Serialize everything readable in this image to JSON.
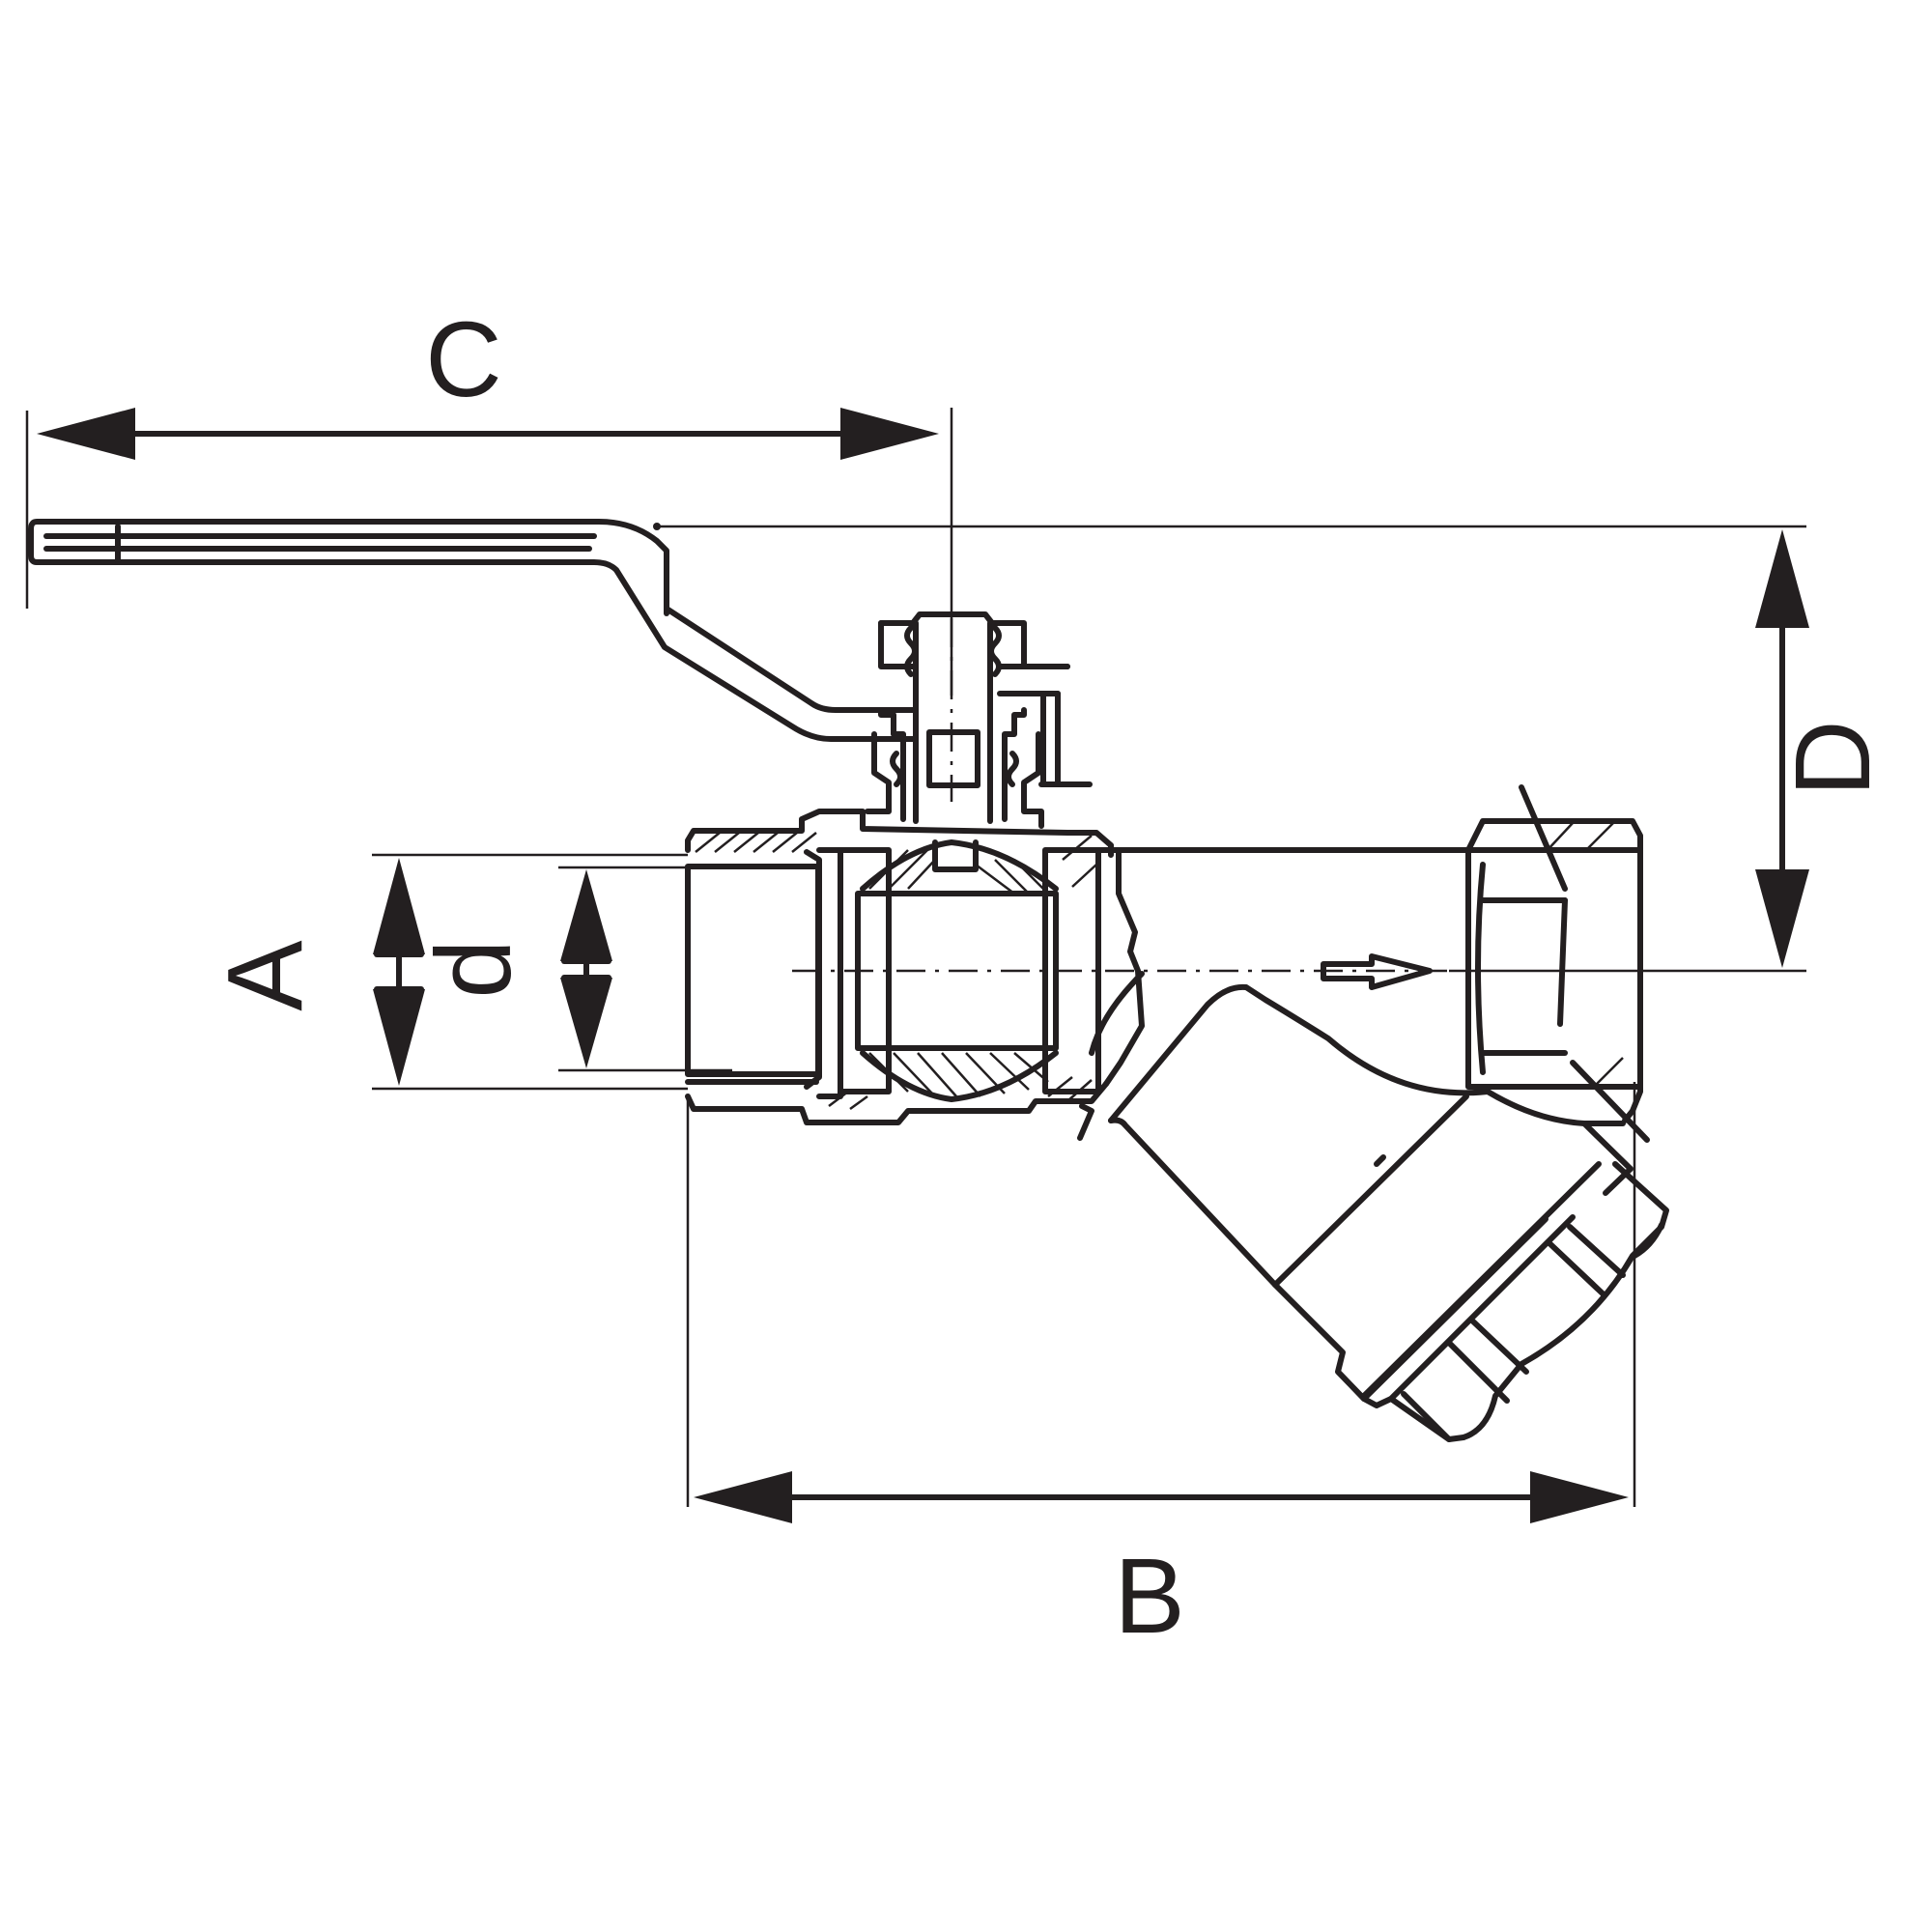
{
  "dimensions": {
    "A": "A",
    "B": "B",
    "C": "C",
    "D": "D",
    "d": "d"
  },
  "colors": {
    "line": "#231f20",
    "background": "#ffffff"
  }
}
